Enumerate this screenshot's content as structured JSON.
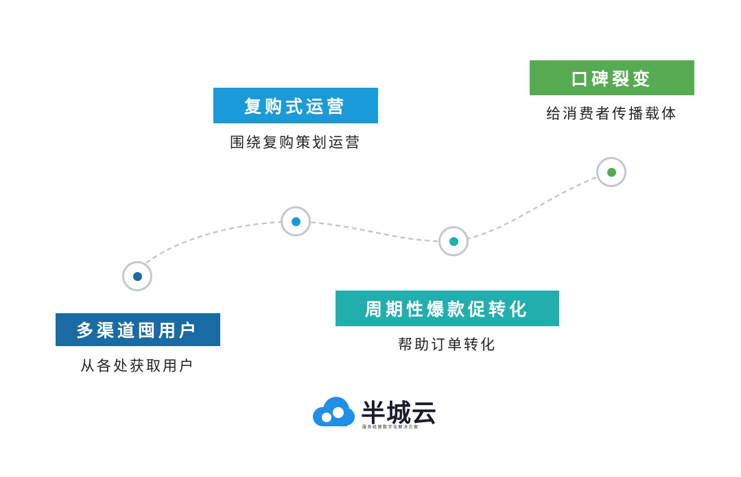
{
  "colors": {
    "path": "#c3c7d3",
    "node_ring": "#c3c7d3",
    "logo_blue": "#1f8fe8",
    "logo_dark": "#1a1a2e"
  },
  "stages": [
    {
      "label": "多渠道囤用户",
      "desc": "从各处获取用户",
      "color": "#1a6ba4",
      "dot_color": "#1a6ba4"
    },
    {
      "label": "复购式运营",
      "desc": "围绕复购策划运营",
      "color": "#1a9ad9",
      "dot_color": "#1a9ad9"
    },
    {
      "label": "周期性爆款促转化",
      "desc": "帮助订单转化",
      "color": "#23aeae",
      "dot_color": "#23aeae"
    },
    {
      "label": "口碑裂变",
      "desc": "给消费者传播载体",
      "color": "#56ab52",
      "dot_color": "#56ab52"
    }
  ],
  "logo": {
    "name": "半城云",
    "tagline": "服务经营数字化解决方案"
  }
}
